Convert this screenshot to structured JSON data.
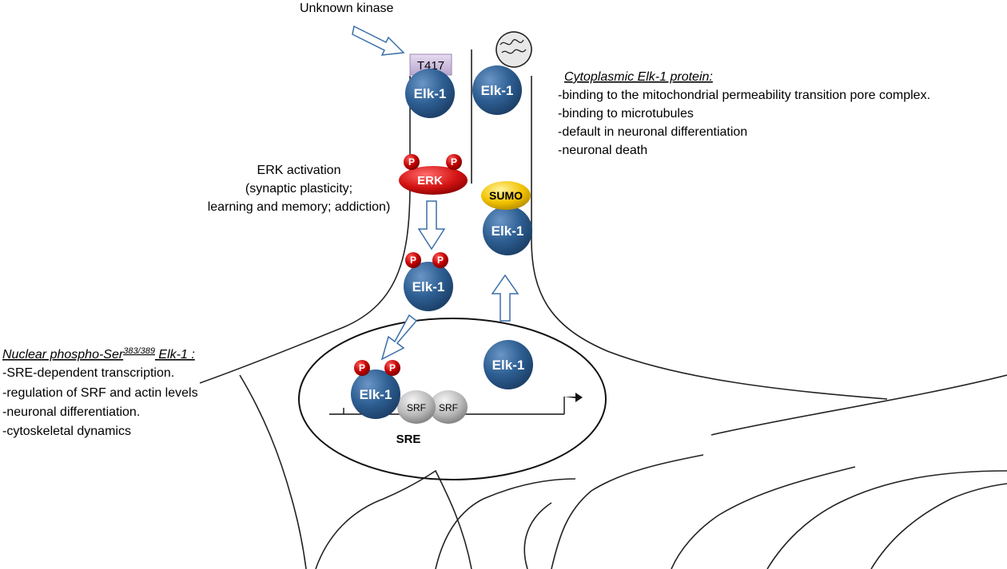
{
  "labels": {
    "unknown_kinase": "Unknown kinase",
    "t417": "T417",
    "elk1": "Elk-1",
    "erk": "ERK",
    "p": "P",
    "sumo": "SUMO",
    "srf": "SRF",
    "sre": "SRE",
    "erk_activation": {
      "line1": "ERK activation",
      "line2": "(synaptic plasticity;",
      "line3": "learning and memory; addiction)"
    }
  },
  "cytoplasmic": {
    "title": "Cytoplasmic Elk-1 protein:",
    "items": [
      "-binding to the mitochondrial permeability transition pore complex.",
      "-binding to microtubules",
      "-default in neuronal differentiation",
      "-neuronal death"
    ]
  },
  "nuclear": {
    "title_prefix": "Nuclear phospho-Ser",
    "title_sup": "383/389",
    "title_suffix": " Elk-1 :",
    "items": [
      "-SRE-dependent transcription.",
      "-regulation of SRF and actin levels",
      "-neuronal differentiation.",
      "-cytoskeletal dynamics"
    ]
  },
  "colors": {
    "elk1": "#2e5f93",
    "erk": "#d41414",
    "phospho": "#c00000",
    "sumo": "#f2c200",
    "srf": "#b0b0b0",
    "t417_box": "#cdbfdc"
  }
}
